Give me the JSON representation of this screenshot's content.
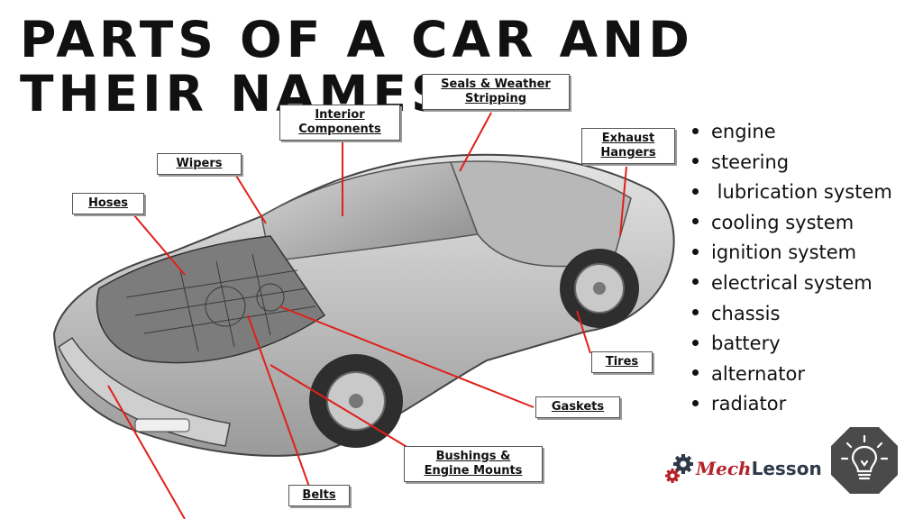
{
  "title": "Parts of a Car and their names",
  "labels": {
    "seals": [
      "Seals & Weather",
      "Stripping"
    ],
    "interior": [
      "Interior",
      "Components"
    ],
    "exhaust": [
      "Exhaust",
      "Hangers"
    ],
    "wipers": "Wipers",
    "hoses": "Hoses",
    "tires": "Tires",
    "gaskets": "Gaskets",
    "bushings": [
      "Bushings &",
      "Engine Mounts"
    ],
    "belts": "Belts"
  },
  "list": [
    "engine",
    "steering",
    " lubrication system",
    "cooling system",
    "ignition system",
    "electrical system",
    "chassis",
    "battery",
    "alternator",
    "radiator"
  ],
  "logo": {
    "part1": "Mech",
    "part2": "Lesson"
  },
  "colors": {
    "arrow": "#e0201b",
    "text": "#111111",
    "logo_red": "#b5232a",
    "logo_dark": "#2d3a4a",
    "badge": "#4a4a4a"
  }
}
